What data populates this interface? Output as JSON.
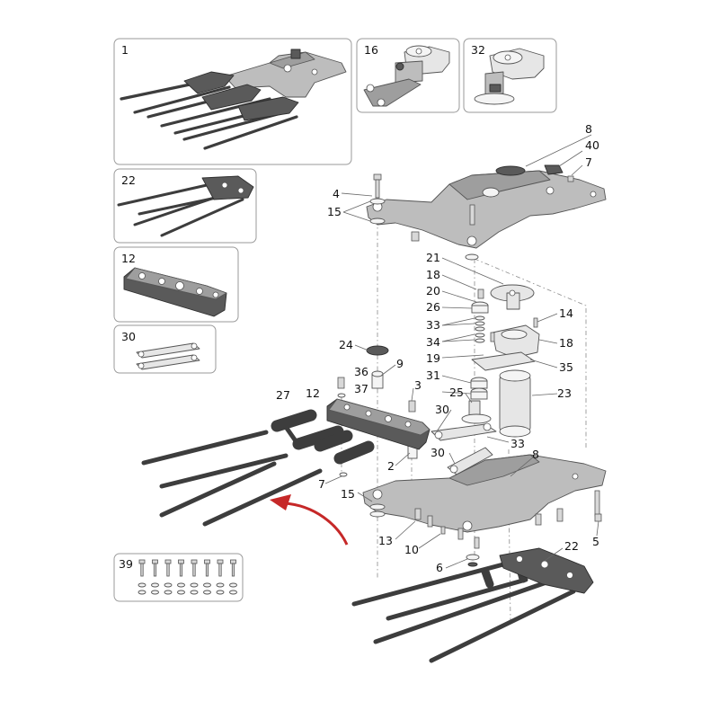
{
  "diagram": {
    "insets": [
      {
        "number": "1",
        "part": "upper-frame-assembly"
      },
      {
        "number": "16",
        "part": "servo-arm-assembly"
      },
      {
        "number": "32",
        "part": "servo-horn-assembly"
      },
      {
        "number": "22",
        "part": "skid-assembly"
      },
      {
        "number": "12",
        "part": "skid-mount-plate"
      },
      {
        "number": "30",
        "part": "linkage-plates"
      },
      {
        "number": "39",
        "part": "screw-and-washer-set"
      }
    ],
    "callouts": [
      "8",
      "40",
      "7",
      "4",
      "15",
      "21",
      "18",
      "20",
      "26",
      "33",
      "34",
      "14",
      "18",
      "19",
      "35",
      "24",
      "9",
      "36",
      "37",
      "31",
      "25",
      "23",
      "27",
      "12",
      "3",
      "30",
      "33",
      "30",
      "2",
      "8",
      "7",
      "15",
      "5",
      "13",
      "10",
      "6",
      "22"
    ]
  }
}
